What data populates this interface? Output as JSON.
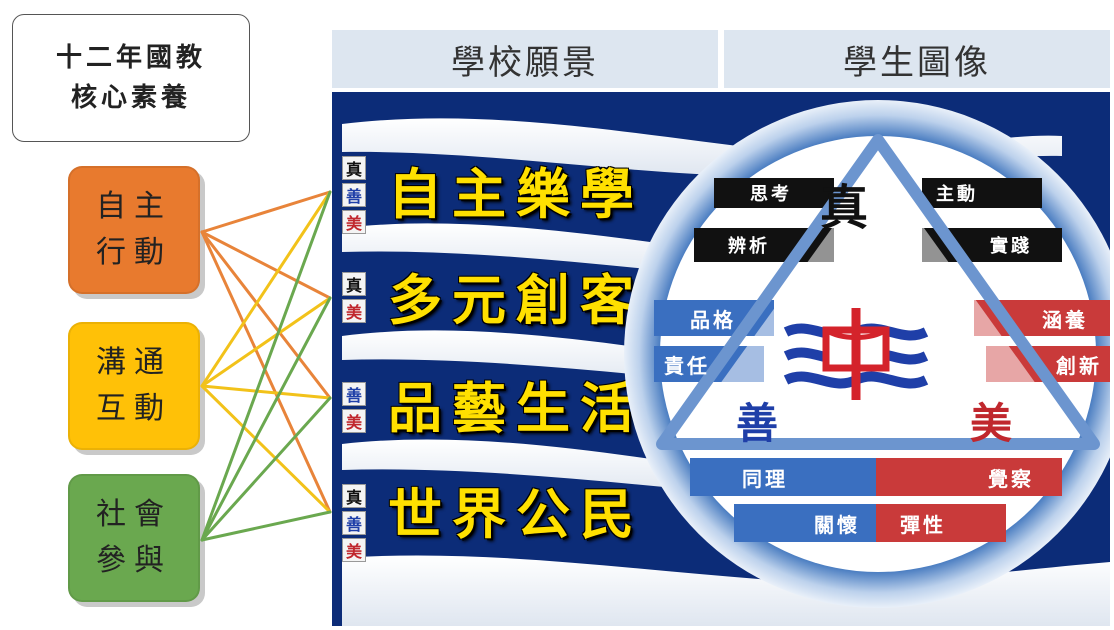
{
  "core": {
    "lines": [
      "十二年國教",
      "核心素養"
    ]
  },
  "competencies": [
    {
      "line1": "自主",
      "line2": "行動",
      "color": "#e87a2e"
    },
    {
      "line1": "溝通",
      "line2": "互動",
      "color": "#ffc107"
    },
    {
      "line1": "社會",
      "line2": "參與",
      "color": "#6aa84f"
    }
  ],
  "headers": {
    "vision": "學校願景",
    "portrait": "學生圖像"
  },
  "visions": [
    {
      "text": "自主樂學",
      "tags": [
        "真",
        "善",
        "美"
      ]
    },
    {
      "text": "多元創客",
      "tags": [
        "真",
        "美"
      ]
    },
    {
      "text": "品藝生活",
      "tags": [
        "善",
        "美"
      ]
    },
    {
      "text": "世界公民",
      "tags": [
        "真",
        "善",
        "美"
      ]
    }
  ],
  "portrait": {
    "truth": "真",
    "goodness": "善",
    "beauty": "美",
    "truth_items": [
      "思考",
      "主動",
      "辨析",
      "實踐"
    ],
    "goodness_items": [
      "品格",
      "責任"
    ],
    "beauty_items": [
      "涵養",
      "創新"
    ],
    "bottom_items": [
      "同理",
      "覺察",
      "關懷",
      "彈性"
    ]
  },
  "colors": {
    "tag_truth": "#111111",
    "tag_goodness": "#1f3fa8",
    "tag_beauty": "#c0272d",
    "panel": "#0c2c78",
    "vision_text": "#ffe000",
    "line_orange": "#e8843a",
    "line_yellow": "#f2c21a",
    "line_green": "#6aa84f"
  }
}
